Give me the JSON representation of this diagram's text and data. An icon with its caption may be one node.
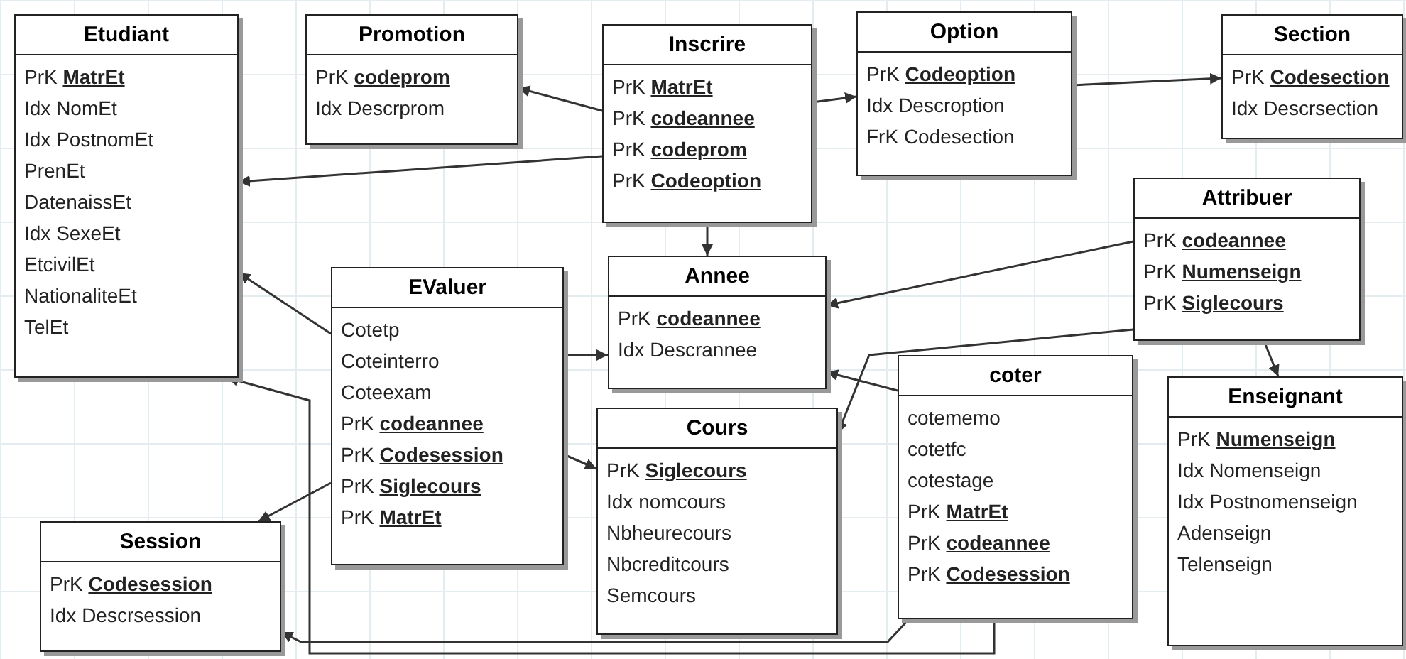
{
  "diagram": {
    "nodes": [
      {
        "text": [
          "Etudiant",
          "PrK **MatrEt**",
          "Idx NomEt",
          "Idx PostnomEt",
          "PrenEt",
          "DatenaissEt",
          "Idx SexeEt",
          "EtcivilEt",
          "NationaliteEt",
          "TelEt"
        ]
      },
      {
        "text": [
          "Promotion",
          "PrK **codeprom**",
          "Idx Descrprom"
        ]
      },
      {
        "text": [
          "Inscrire",
          "PrK **MatrEt**",
          "PrK **codeannee**",
          "PrK **codeprom**",
          "PrK **Codeoption**"
        ]
      },
      {
        "text": [
          "Option",
          "PrK **Codeoption**",
          "Idx Descroption",
          "FrK Codesection"
        ]
      },
      {
        "text": [
          "Section",
          "PrK **Codesection**",
          "Idx Descrsection"
        ]
      },
      {
        "text": [
          "Attribuer",
          "PrK **codeannee**",
          "PrK **Numenseign**",
          "PrK **Siglecours**"
        ]
      },
      {
        "text": [
          "Annee",
          "PrK **codeannee**",
          "Idx Descrannee"
        ]
      },
      {
        "text": [
          "EValuer",
          "Cotetp",
          "Coteinterro",
          "Coteexam",
          "PrK **codeannee**",
          "PrK **Codesession**",
          "PrK **Siglecours**",
          "PrK **MatrEt**"
        ]
      },
      {
        "text": [
          "coter",
          "cotememo",
          "cotetfc",
          "cotestage",
          "PrK **MatrEt**",
          "PrK **codeannee**",
          "PrK **Codesession**"
        ]
      },
      {
        "text": [
          "Enseignant",
          "PrK **Numenseign**",
          "Idx Nomenseign",
          "Idx Postnomenseign",
          "Adenseign",
          "Telenseign"
        ]
      },
      {
        "text": [
          "Cours",
          "PrK **Siglecours**",
          "Idx nomcours",
          "Nbheurecours",
          "Nbcreditcours",
          "Semcours"
        ]
      },
      {
        "text": [
          "Session",
          "PrK **Codesession**",
          "Idx Descrsession"
        ]
      }
    ],
    "edges": [
      {
        "from": 2,
        "to": 1,
        "arrow": "to"
      },
      {
        "from": 2,
        "to": 3,
        "arrow": "to"
      },
      {
        "from": 2,
        "to": 0,
        "arrow": "to"
      },
      {
        "from": 3,
        "to": 4,
        "arrow": "to"
      },
      {
        "from": 2,
        "to": 6,
        "arrow": "to"
      },
      {
        "from": 5,
        "to": 6,
        "arrow": "to"
      },
      {
        "from": 5,
        "to": 10,
        "arrow": "to"
      },
      {
        "from": 5,
        "to": 9,
        "arrow": "to"
      },
      {
        "from": 7,
        "to": 0,
        "arrow": "to"
      },
      {
        "from": 7,
        "to": 6,
        "arrow": "to"
      },
      {
        "from": 7,
        "to": 10,
        "arrow": "to"
      },
      {
        "from": 7,
        "to": 11,
        "arrow": "to"
      },
      {
        "from": 8,
        "to": 0,
        "arrow": "to"
      },
      {
        "from": 8,
        "to": 6,
        "arrow": "to"
      },
      {
        "from": 8,
        "to": 11,
        "arrow": "to"
      }
    ]
  }
}
